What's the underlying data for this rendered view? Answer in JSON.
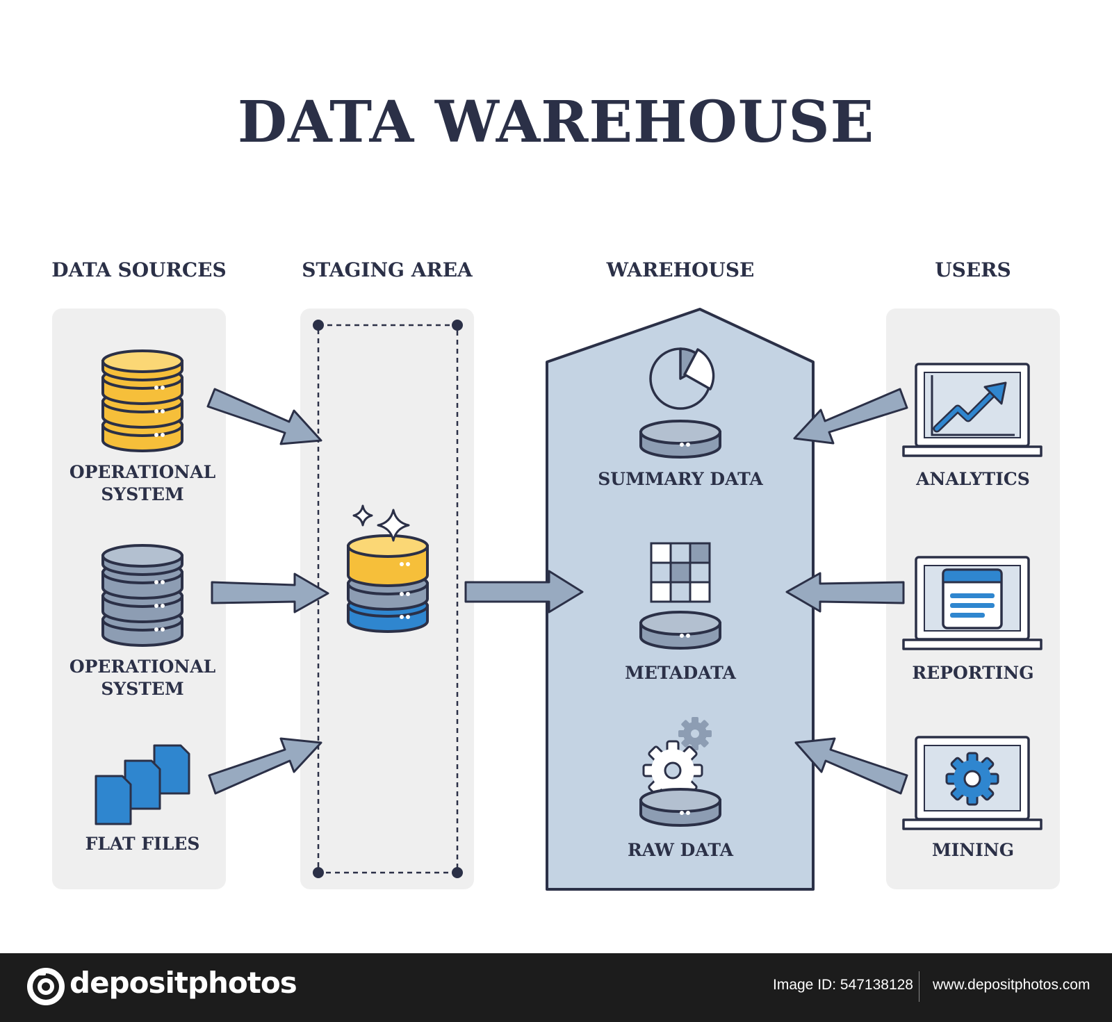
{
  "title": "DATA WAREHOUSE",
  "columns": {
    "sources": "DATA SOURCES",
    "staging": "STAGING AREA",
    "warehouse": "WAREHOUSE",
    "users": "USERS"
  },
  "sources": {
    "op1_line1": "OPERATIONAL",
    "op1_line2": "SYSTEM",
    "op2_line1": "OPERATIONAL",
    "op2_line2": "SYSTEM",
    "flat": "FLAT FILES"
  },
  "warehouse": {
    "summary": "SUMMARY DATA",
    "metadata": "METADATA",
    "raw": "RAW DATA"
  },
  "users": {
    "analytics": "ANALYTICS",
    "reporting": "REPORTING",
    "mining": "MINING"
  },
  "footer": {
    "brand": "depositphotos",
    "image_id": "Image ID: 547138128",
    "site": "www.depositphotos.com"
  },
  "colors": {
    "ink": "#2b3047",
    "panel": "#efefef",
    "warehouse_fill": "#c4d3e3",
    "arrow": "#98aac0",
    "gold": "#f6bf3a",
    "slate": "#8d9db3",
    "blue": "#2f86cf",
    "footer": "#1c1c1c"
  }
}
